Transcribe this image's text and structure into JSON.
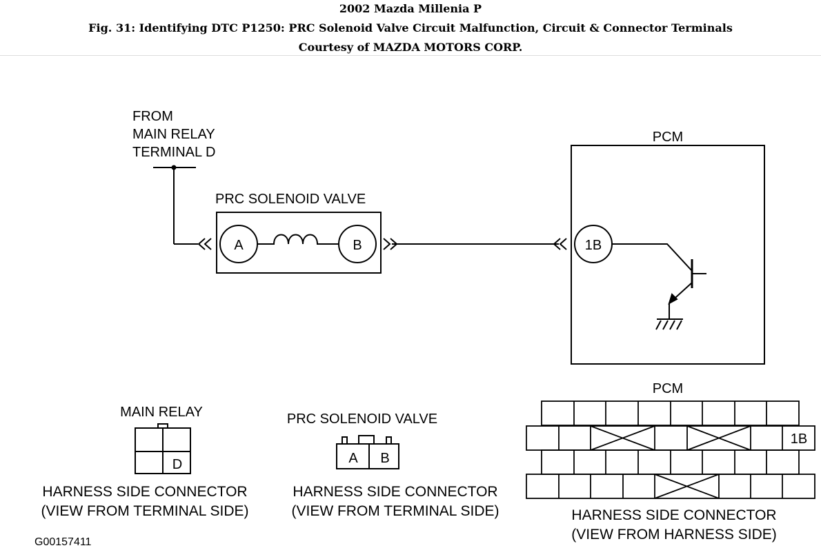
{
  "header": {
    "line1": "2002 Mazda Millenia P",
    "line2": "Fig. 31: Identifying DTC P1250: PRC Solenoid Valve Circuit Malfunction, Circuit & Connector Terminals",
    "line3": "Courtesy of MAZDA MOTORS CORP."
  },
  "diagram": {
    "source_label": [
      "FROM",
      "MAIN RELAY",
      "TERMINAL D"
    ],
    "solenoid_label": "PRC SOLENOID VALVE",
    "solenoid_terminal_a": "A",
    "solenoid_terminal_b": "B",
    "pcm_label": "PCM",
    "pcm_terminal": "1B"
  },
  "connectors": {
    "main_relay": {
      "title": "MAIN RELAY",
      "terminal": "D",
      "caption": [
        "HARNESS SIDE CONNECTOR",
        "(VIEW FROM TERMINAL SIDE)"
      ]
    },
    "solenoid": {
      "title": "PRC SOLENOID VALVE",
      "terminal_a": "A",
      "terminal_b": "B",
      "caption": [
        "HARNESS SIDE CONNECTOR",
        "(VIEW FROM TERMINAL SIDE)"
      ]
    },
    "pcm": {
      "title": "PCM",
      "terminal": "1B",
      "caption": [
        "HARNESS SIDE CONNECTOR",
        "(VIEW FROM HARNESS SIDE)"
      ]
    }
  },
  "figure_id": "G00157411"
}
